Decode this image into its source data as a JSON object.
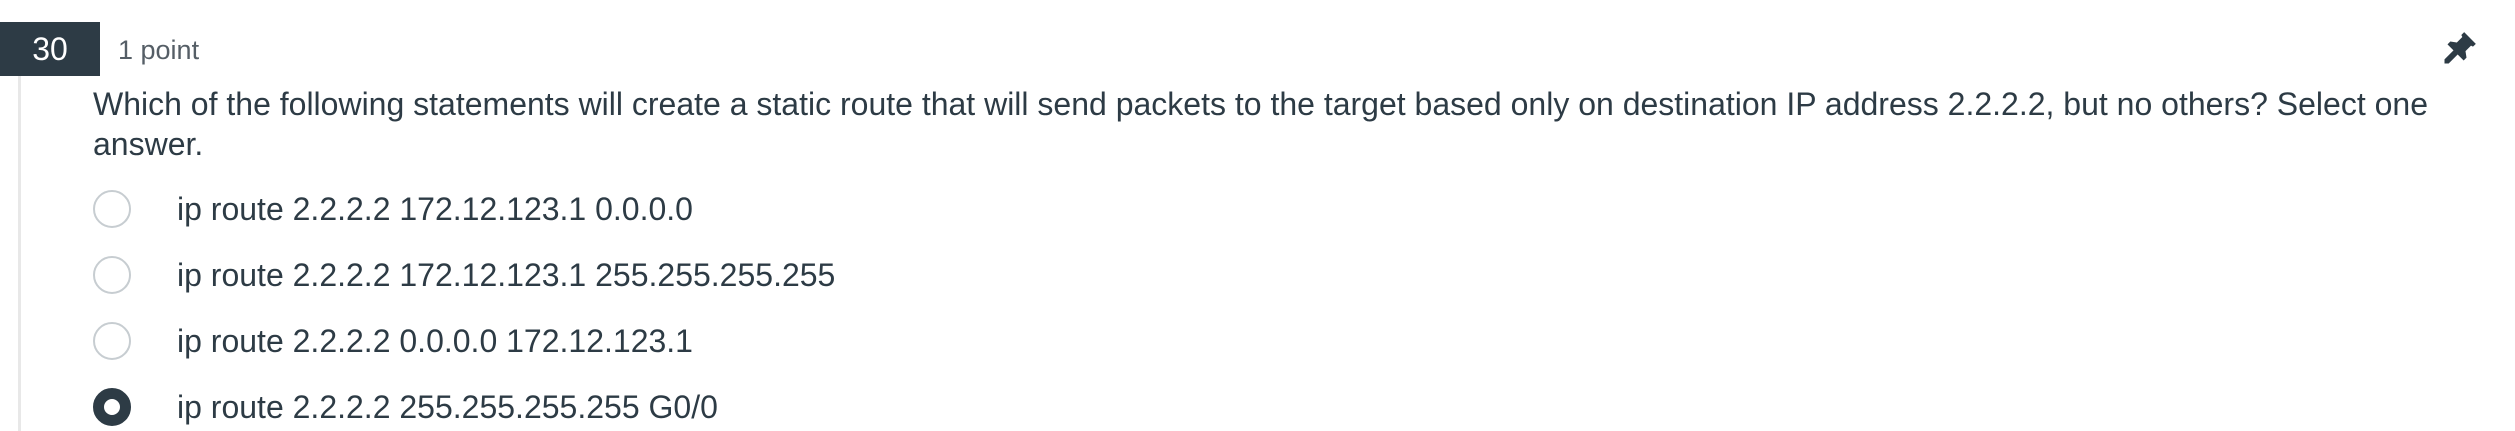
{
  "question": {
    "number": "30",
    "points": "1 point",
    "text": "Which of the following statements will create a static route that will send packets to the target based only on destination IP address 2.2.2.2, but no others? Select one answer.",
    "pin_icon": "pin-icon"
  },
  "answers": [
    {
      "label": "ip route 2.2.2.2 172.12.123.1 0.0.0.0",
      "selected": false
    },
    {
      "label": "ip route 2.2.2.2 172.12.123.1 255.255.255.255",
      "selected": false
    },
    {
      "label": "ip route 2.2.2.2 0.0.0.0 172.12.123.1",
      "selected": false
    },
    {
      "label": "ip route 2.2.2.2 255.255.255.255 G0/0",
      "selected": true
    }
  ],
  "colors": {
    "header_bg": "#2d3b45",
    "text": "#2d3b45",
    "radio_border": "#c7cdd1"
  }
}
